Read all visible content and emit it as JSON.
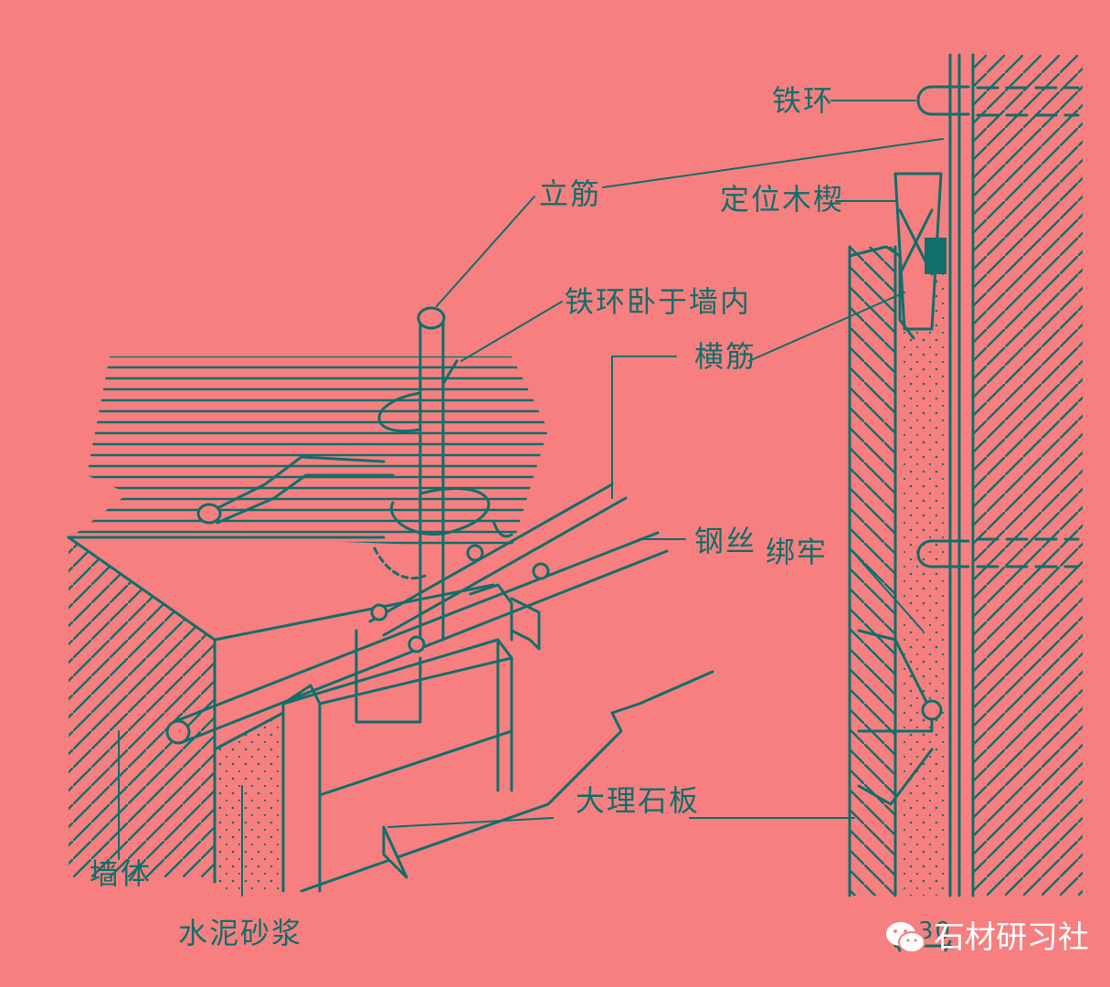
{
  "labels": {
    "vertical_bar": "立筋",
    "iron_ring_in_wall": "铁环卧于墙内",
    "horizontal_bar": "横筋",
    "steel_wire": "钢丝",
    "tie_firmly": "绑牢",
    "iron_ring": "铁环",
    "wood_wedge": "定位木楔",
    "marble_slab": "大理石板",
    "wall_body": "墙体",
    "cement_mortar": "水泥砂浆",
    "dimension": "30"
  },
  "watermark": {
    "text": "石材研习社",
    "icon": "wechat-icon"
  },
  "colors": {
    "background": "#f77f80",
    "line": "#0f6f6a",
    "watermark": "#ffffff"
  }
}
